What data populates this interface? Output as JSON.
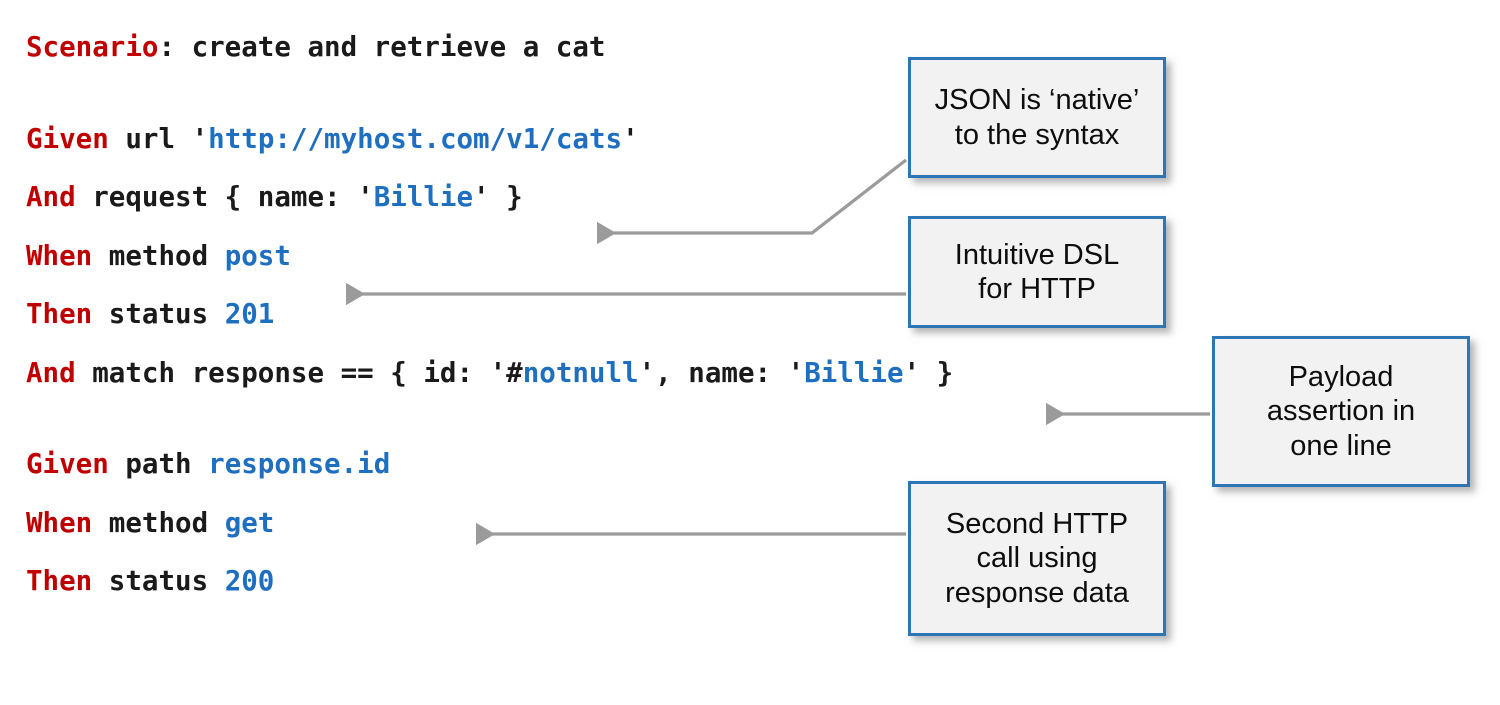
{
  "slide": {
    "title_line": "Scenario: create and retrieve a cat",
    "background": "#ffffff"
  },
  "colors": {
    "keyword_red": "#C00000",
    "value_blue": "#1F6FC0",
    "text_black": "#1a1a1a",
    "callout_border": "#2E75B6",
    "callout_fill": "#F2F2F2",
    "arrow_grey": "#9B9B9B"
  },
  "code": {
    "scenario": {
      "keyword": "Scenario",
      "rest": ": create and retrieve a cat"
    },
    "lines": [
      {
        "id": "given-url",
        "keyword": "Given",
        "middle": " url ",
        "quote_open": "'",
        "value": "http://myhost.com/v1/cats",
        "quote_close": "'",
        "tail": ""
      },
      {
        "id": "and-request",
        "keyword": "And",
        "middle": " request { name: ",
        "quote_open": "'",
        "value": "Billie",
        "quote_close": "'",
        "tail": " }"
      },
      {
        "id": "when-method-post",
        "keyword": "When",
        "middle": " method ",
        "quote_open": "",
        "value": "post",
        "quote_close": "",
        "tail": ""
      },
      {
        "id": "then-status-201",
        "keyword": "Then",
        "middle": " status ",
        "quote_open": "",
        "value": "201",
        "quote_close": "",
        "tail": ""
      }
    ],
    "match_line": {
      "id": "and-match-response",
      "keyword": "And",
      "seg1": " match response == { id: '#",
      "value1": "notnull",
      "seg2": "', name: '",
      "value2": "Billie",
      "seg3": "' }"
    },
    "lines2": [
      {
        "id": "given-path",
        "keyword": "Given",
        "middle": " path ",
        "quote_open": "",
        "value": "response.id",
        "quote_close": "",
        "tail": ""
      },
      {
        "id": "when-method-get",
        "keyword": "When",
        "middle": " method ",
        "quote_open": "",
        "value": "get",
        "quote_close": "",
        "tail": ""
      },
      {
        "id": "then-status-200",
        "keyword": "Then",
        "middle": " status ",
        "quote_open": "",
        "value": "200",
        "quote_close": "",
        "tail": ""
      }
    ]
  },
  "callouts": [
    {
      "id": "json-native",
      "line1": "JSON is ‘native’",
      "line2": "to the syntax",
      "line3": ""
    },
    {
      "id": "intuitive-dsl",
      "line1": "Intuitive DSL",
      "line2": "for HTTP",
      "line3": ""
    },
    {
      "id": "payload-assertion",
      "line1": "Payload",
      "line2": "assertion in",
      "line3": "one line"
    },
    {
      "id": "second-http",
      "line1": "Second HTTP",
      "line2": "call using",
      "line3": "response data"
    }
  ]
}
